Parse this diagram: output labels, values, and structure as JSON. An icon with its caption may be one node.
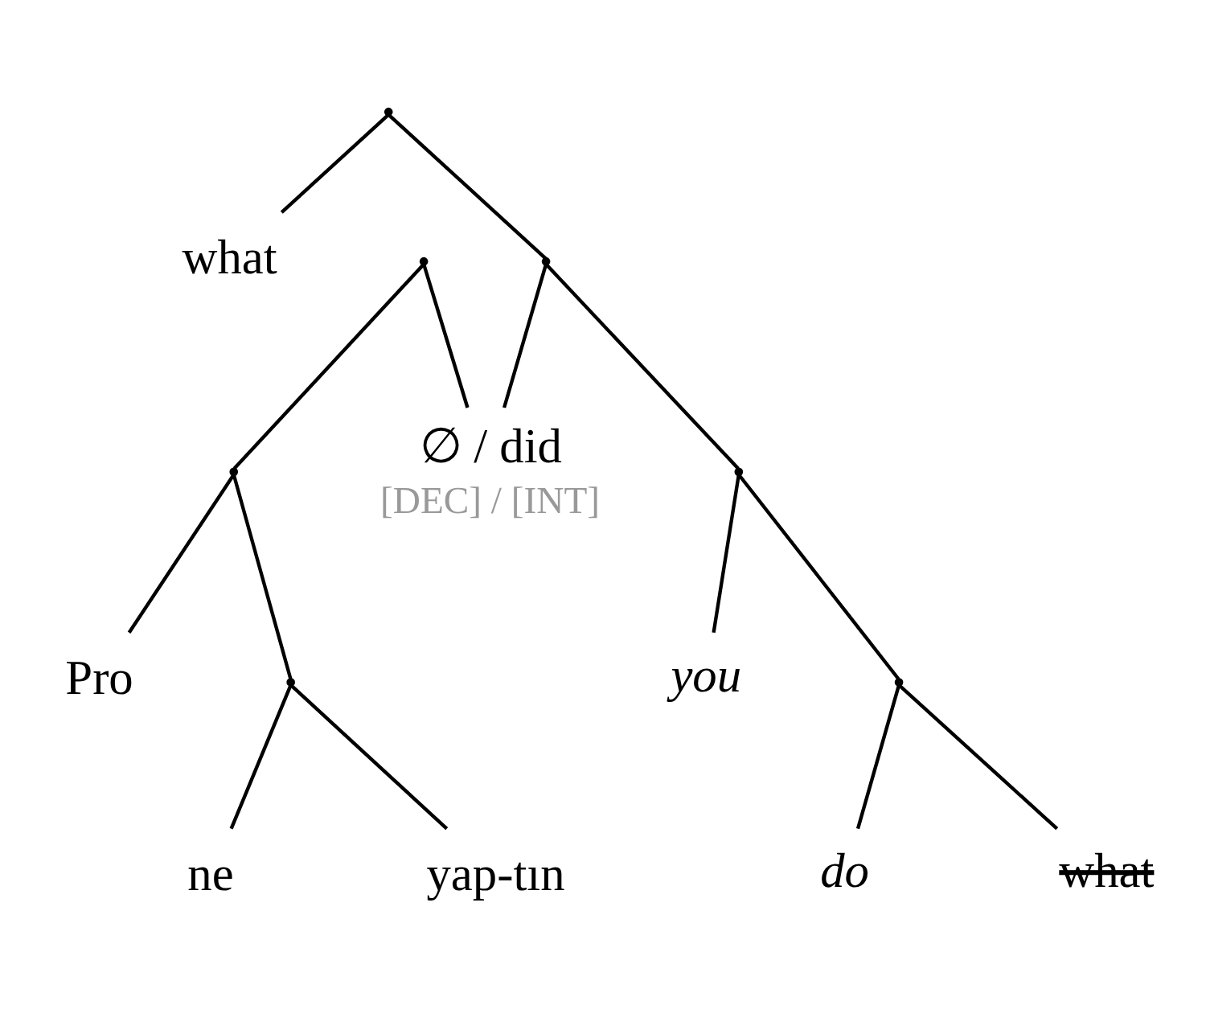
{
  "diagram": {
    "nodes": [
      {
        "text": [],
        "shape": "point"
      },
      {
        "text": [
          "what"
        ]
      },
      {
        "text": [],
        "shape": "point"
      },
      {
        "text": [],
        "shape": "point"
      },
      {
        "text": [],
        "shape": "point"
      },
      {
        "text": [],
        "shape": "point"
      },
      {
        "text": [
          "∅ / did",
          "[DEC] / [INT]"
        ]
      },
      {
        "text": [
          "Pro"
        ]
      },
      {
        "text": [
          "you"
        ]
      },
      {
        "text": [],
        "shape": "point"
      },
      {
        "text": [],
        "shape": "point"
      },
      {
        "text": [
          "yap-tın"
        ]
      },
      {
        "text": [
          "do"
        ]
      },
      {
        "text": [
          "ne"
        ]
      },
      {
        "text": [
          "what"
        ]
      }
    ],
    "edges": [
      {
        "from": 0,
        "to": 1,
        "arrow": "none"
      },
      {
        "from": 0,
        "to": 2,
        "arrow": "none"
      },
      {
        "from": 2,
        "to": 6,
        "arrow": "none"
      },
      {
        "from": 2,
        "to": 5,
        "arrow": "none"
      },
      {
        "from": 5,
        "to": 8,
        "arrow": "none"
      },
      {
        "from": 5,
        "to": 10,
        "arrow": "none"
      },
      {
        "from": 10,
        "to": 12,
        "arrow": "none"
      },
      {
        "from": 10,
        "to": 14,
        "arrow": "none"
      },
      {
        "from": 3,
        "to": 4,
        "arrow": "none"
      },
      {
        "from": 3,
        "to": 6,
        "arrow": "none"
      },
      {
        "from": 4,
        "to": 7,
        "arrow": "none"
      },
      {
        "from": 4,
        "to": 9,
        "arrow": "none"
      },
      {
        "from": 9,
        "to": 13,
        "arrow": "none"
      },
      {
        "from": 9,
        "to": 11,
        "arrow": "none"
      }
    ]
  }
}
